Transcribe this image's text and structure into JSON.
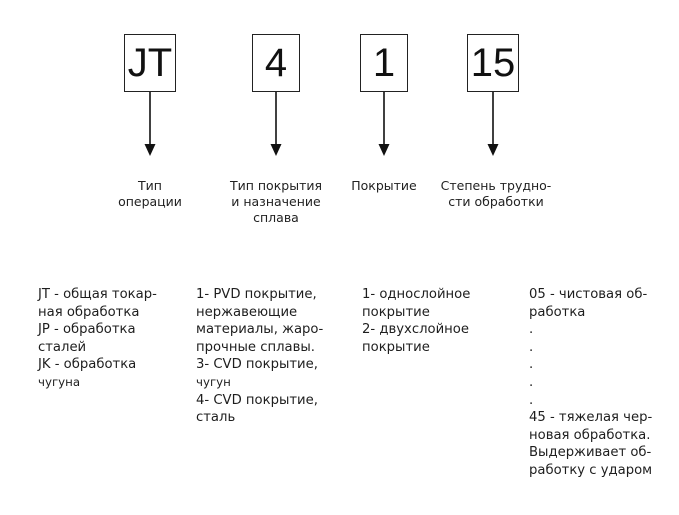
{
  "boxes": [
    {
      "code": "JT",
      "label": [
        "Тип",
        "операции"
      ]
    },
    {
      "code": "4",
      "label": [
        "Тип покрытия",
        "и назначение",
        "сплава"
      ]
    },
    {
      "code": "1",
      "label": [
        "Покрытие"
      ]
    },
    {
      "code": "15",
      "label": [
        "Степень трудно-",
        "сти обработки"
      ]
    }
  ],
  "columns": [
    {
      "lines": [
        "JT - общая токар-",
        "ная обработка",
        "JP - обработка",
        "сталей",
        "JK - обработка",
        "чугуна"
      ]
    },
    {
      "lines": [
        "1- PVD покрытие,",
        "нержавеющие",
        "материалы, жаро-",
        "прочные сплавы.",
        "3- CVD покрытие,",
        "чугун",
        "4- CVD покрытие,",
        "сталь"
      ]
    },
    {
      "lines": [
        "1- однослойное",
        "покрытие",
        "2- двухслойное",
        "покрытие"
      ]
    },
    {
      "lines": [
        "05 - чистовая об-",
        "работка",
        ".",
        ".",
        ".",
        ".",
        ".",
        "45 - тяжелая чер-",
        "новая обработка.",
        "Выдерживает об-",
        "работку с ударом"
      ]
    }
  ]
}
